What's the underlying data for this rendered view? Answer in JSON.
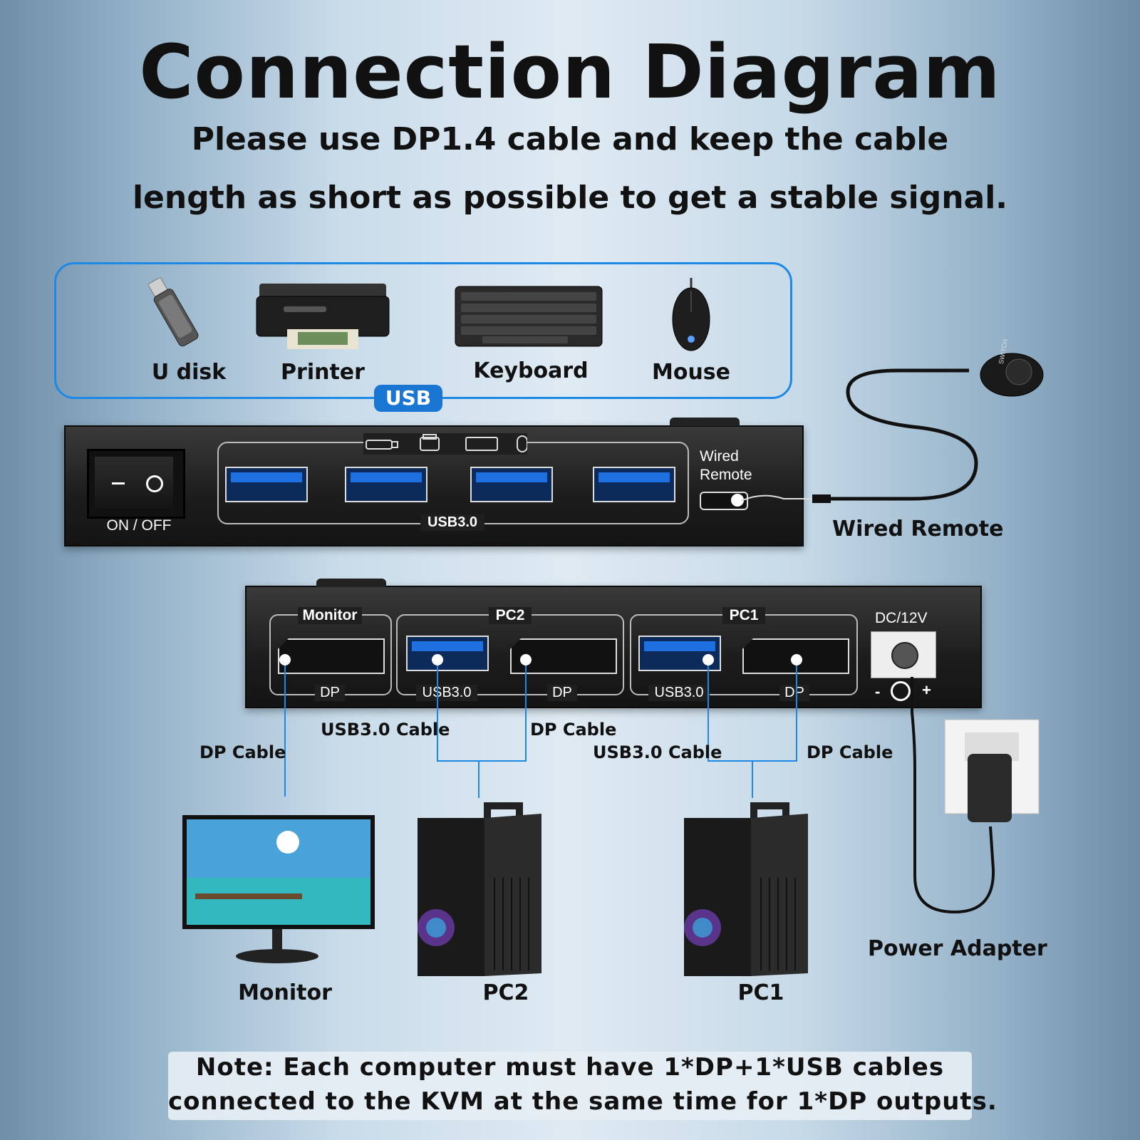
{
  "title": "Connection Diagram",
  "subtitle_line1": "Please use DP1.4 cable and keep the cable",
  "subtitle_line2": "length as short as possible to get a stable signal.",
  "usb_section": {
    "tag": "USB",
    "peripherals": [
      "U disk",
      "Printer",
      "Keyboard",
      "Mouse"
    ]
  },
  "front_panel": {
    "power_switch_label": "ON / OFF",
    "usb_group_label": "USB3.0",
    "wired_remote_port_label_line1": "Wired",
    "wired_remote_port_label_line2": "Remote"
  },
  "wired_remote": {
    "label": "Wired Remote",
    "button_text": "SWITCH"
  },
  "back_panel": {
    "groups": [
      {
        "title": "Monitor",
        "ports": [
          "DP"
        ]
      },
      {
        "title": "PC2",
        "ports": [
          "USB3.0",
          "DP"
        ]
      },
      {
        "title": "PC1",
        "ports": [
          "USB3.0",
          "DP"
        ]
      }
    ],
    "power_label": "DC/12V",
    "polarity_minus": "-",
    "polarity_plus": "+"
  },
  "cables": {
    "monitor_dp": "DP Cable",
    "pc2_usb": "USB3.0 Cable",
    "pc2_dp": "DP Cable",
    "pc1_usb": "USB3.0 Cable",
    "pc1_dp": "DP Cable"
  },
  "devices": {
    "monitor": "Monitor",
    "pc2": "PC2",
    "pc1": "PC1",
    "power_adapter": "Power Adapter"
  },
  "note_line1": "Note: Each computer must have 1*DP+1*USB cables",
  "note_line2": "connected to the KVM at the same time for 1*DP outputs.",
  "colors": {
    "accent_blue": "#1e88e5",
    "usb_port_blue": "#1565c0",
    "device_black": "#1c1c1c"
  }
}
